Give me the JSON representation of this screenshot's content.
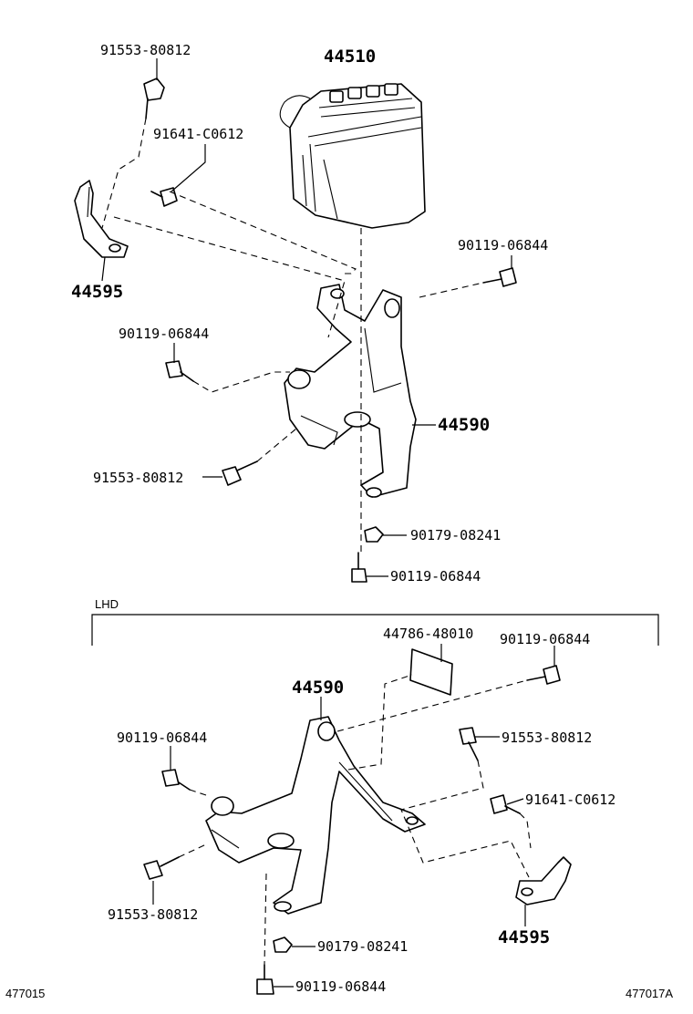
{
  "section": {
    "label": "LHD"
  },
  "footer": {
    "left_code": "477015",
    "right_code": "477017A"
  },
  "upper": {
    "p44510": "44510",
    "p44595": "44595",
    "p44590": "44590",
    "bolt_top": "91553-80812",
    "screw_top": "91641-C0612",
    "bolt_right": "90119-06844",
    "bolt_left": "90119-06844",
    "bolt_lower": "91553-80812",
    "nut": "90179-08241",
    "bolt_bottom": "90119-06844"
  },
  "lower": {
    "label_part": "44786-48010",
    "bolt_top_right": "90119-06844",
    "p44590": "44590",
    "bolt_left": "90119-06844",
    "bolt_right": "91553-80812",
    "screw_right": "91641-C0612",
    "bolt_lower_left": "91553-80812",
    "p44595": "44595",
    "nut": "90179-08241",
    "bolt_bottom": "90119-06844"
  }
}
